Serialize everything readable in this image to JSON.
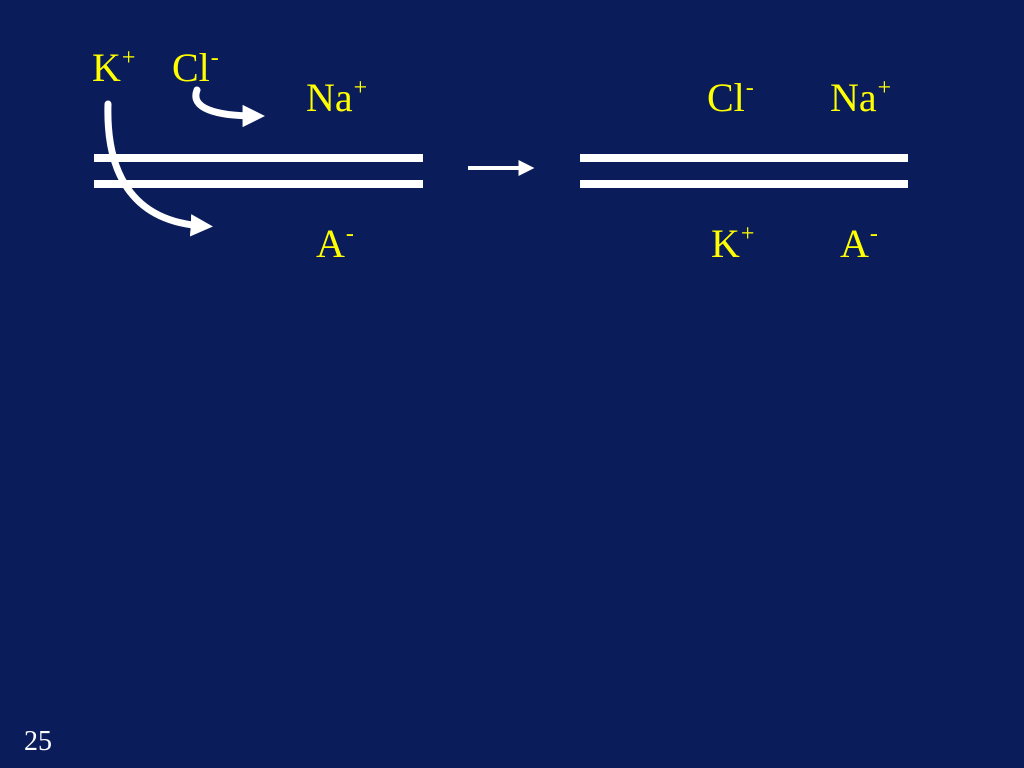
{
  "colors": {
    "background": "#0a1c5a",
    "ion_text": "#ffff00",
    "membrane": "#ffffff",
    "arrow": "#ffffff",
    "slide_number": "#ffffff"
  },
  "before": {
    "ions": [
      {
        "name": "ion-k-plus-outside",
        "symbol": "K",
        "charge": "+"
      },
      {
        "name": "ion-cl-minus-outside",
        "symbol": "Cl",
        "charge": "-"
      },
      {
        "name": "ion-na-plus-outside",
        "symbol": "Na",
        "charge": "+"
      },
      {
        "name": "ion-a-minus-inside",
        "symbol": "A",
        "charge": "-"
      }
    ]
  },
  "after": {
    "ions": [
      {
        "name": "ion-cl-minus-outside-after",
        "symbol": "Cl",
        "charge": "-"
      },
      {
        "name": "ion-na-plus-outside-after",
        "symbol": "Na",
        "charge": "+"
      },
      {
        "name": "ion-k-plus-inside-after",
        "symbol": "K",
        "charge": "+"
      },
      {
        "name": "ion-a-minus-inside-after",
        "symbol": "A",
        "charge": "-"
      }
    ]
  },
  "slide_number": "25"
}
